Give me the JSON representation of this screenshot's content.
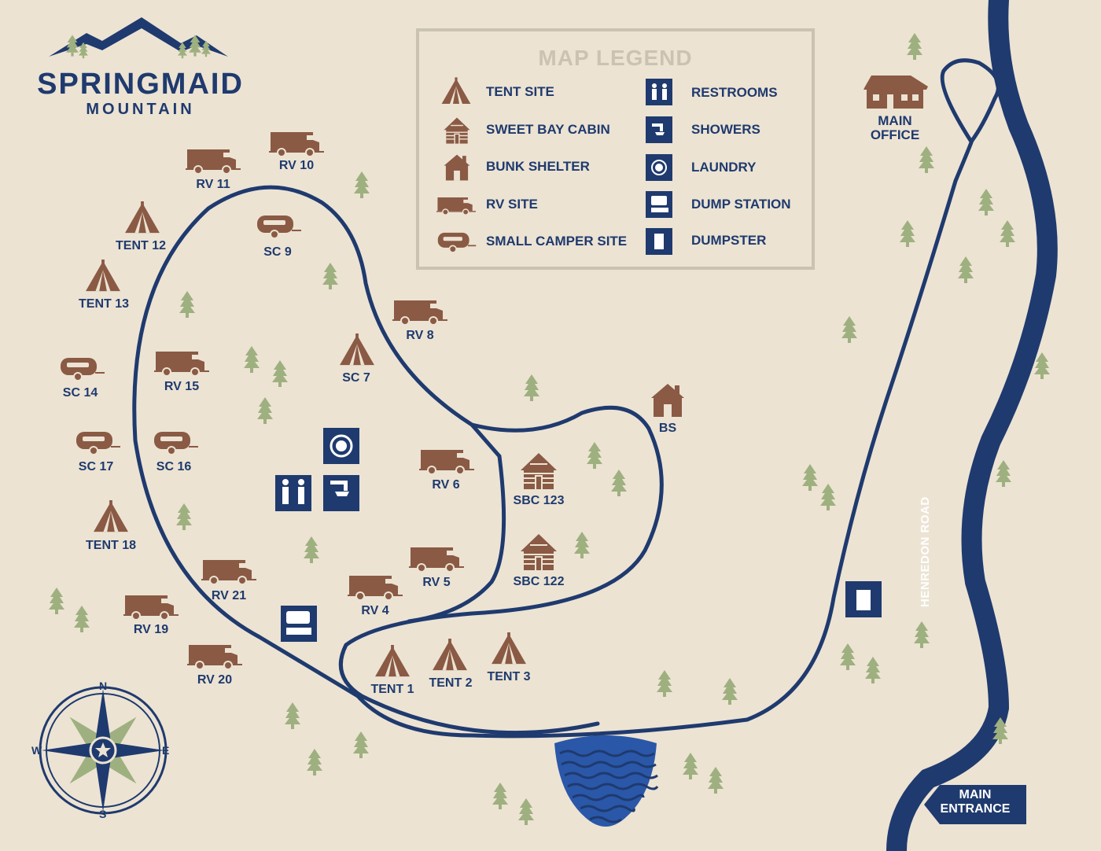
{
  "brand": {
    "title": "SPRINGMAID",
    "subtitle": "MOUNTAIN"
  },
  "legend": {
    "title": "MAP LEGEND",
    "items": [
      {
        "icon": "tent-icon",
        "label": "TENT SITE"
      },
      {
        "icon": "cabin-icon",
        "label": "SWEET BAY CABIN"
      },
      {
        "icon": "bunk-shelter-icon",
        "label": "BUNK SHELTER"
      },
      {
        "icon": "rv-icon",
        "label": "RV SITE"
      },
      {
        "icon": "camper-icon",
        "label": "SMALL CAMPER SITE"
      },
      {
        "icon": "restrooms-icon",
        "label": "RESTROOMS"
      },
      {
        "icon": "showers-icon",
        "label": "SHOWERS"
      },
      {
        "icon": "laundry-icon",
        "label": "LAUNDRY"
      },
      {
        "icon": "dump-station-icon",
        "label": "DUMP STATION"
      },
      {
        "icon": "dumpster-icon",
        "label": "DUMPSTER"
      }
    ]
  },
  "sites": [
    {
      "type": "rv",
      "label": "RV 10"
    },
    {
      "type": "rv",
      "label": "RV 11"
    },
    {
      "type": "tent",
      "label": "TENT 12"
    },
    {
      "type": "camper",
      "label": "SC 9"
    },
    {
      "type": "tent",
      "label": "TENT 13"
    },
    {
      "type": "rv",
      "label": "RV 8"
    },
    {
      "type": "camper",
      "label": "SC 14"
    },
    {
      "type": "rv",
      "label": "RV 15"
    },
    {
      "type": "tent",
      "label": "SC 7"
    },
    {
      "type": "bunk",
      "label": "BS"
    },
    {
      "type": "camper",
      "label": "SC 17"
    },
    {
      "type": "camper",
      "label": "SC 16"
    },
    {
      "type": "rv",
      "label": "RV 6"
    },
    {
      "type": "cabin",
      "label": "SBC 123"
    },
    {
      "type": "tent",
      "label": "TENT 18"
    },
    {
      "type": "rv",
      "label": "RV 5"
    },
    {
      "type": "cabin",
      "label": "SBC 122"
    },
    {
      "type": "rv",
      "label": "RV 21"
    },
    {
      "type": "rv",
      "label": "RV 4"
    },
    {
      "type": "rv",
      "label": "RV 19"
    },
    {
      "type": "rv",
      "label": "RV 20"
    },
    {
      "type": "tent",
      "label": "TENT 1"
    },
    {
      "type": "tent",
      "label": "TENT 2"
    },
    {
      "type": "tent",
      "label": "TENT 3"
    }
  ],
  "office": {
    "line1": "MAIN",
    "line2": "OFFICE"
  },
  "road_name": "HENREDON ROAD",
  "entrance": {
    "line1": "MAIN",
    "line2": "ENTRANCE"
  },
  "compass": {
    "n": "N",
    "s": "S",
    "e": "E",
    "w": "W"
  },
  "colors": {
    "background": "#ece3d3",
    "road": "#1f3a6e",
    "site_icon": "#8a5a44",
    "tree": "#9eb07f",
    "legend_border": "#cbc3b2",
    "water": "#2a57a8"
  }
}
